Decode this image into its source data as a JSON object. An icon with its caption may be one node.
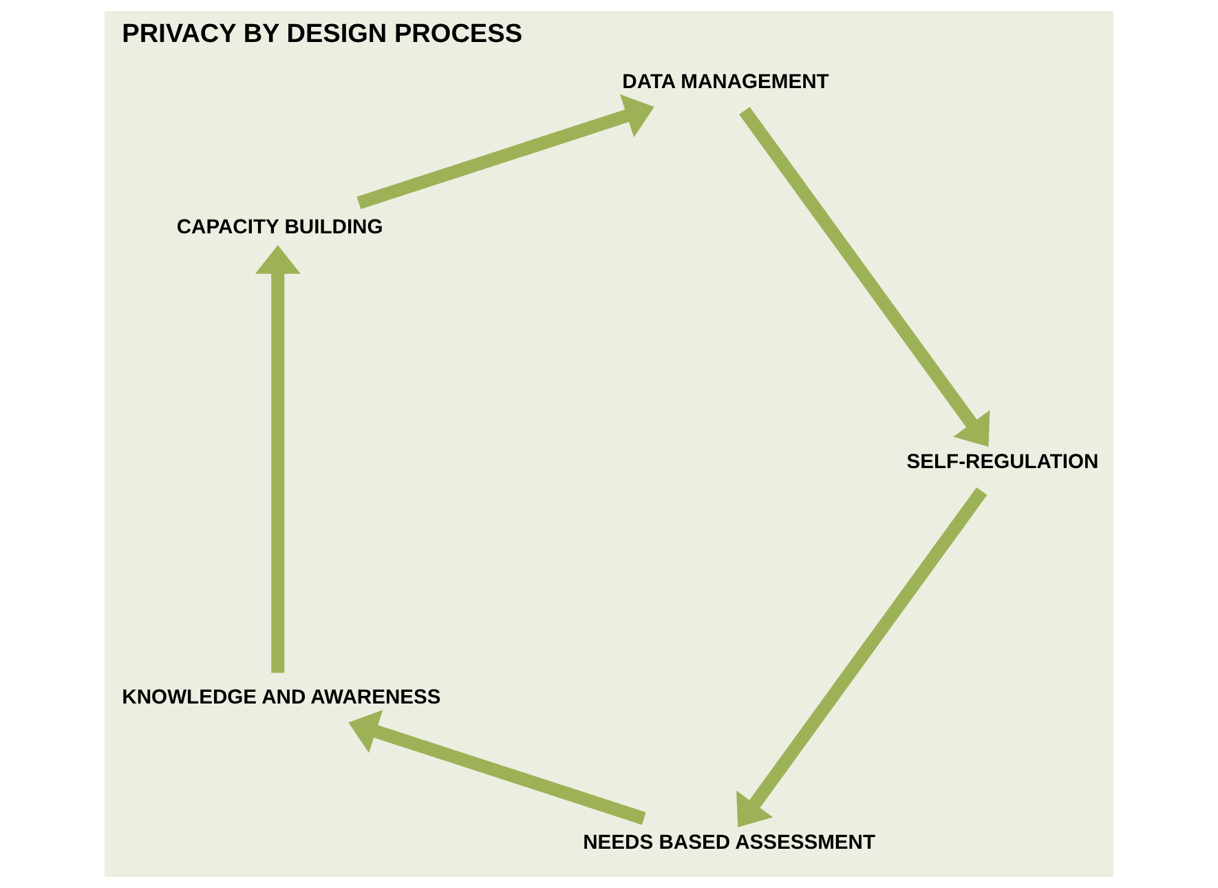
{
  "diagram": {
    "title": "PRIVACY BY DESIGN PROCESS",
    "nodes": [
      {
        "text": [
          "NEEDS BASED ASSESSMENT"
        ]
      },
      {
        "text": [
          "KNOWLEDGE AND AWARENESS"
        ]
      },
      {
        "text": [
          "CAPACITY BUILDING"
        ]
      },
      {
        "text": [
          "DATA MANAGEMENT"
        ]
      },
      {
        "text": [
          "SELF-REGULATION"
        ]
      }
    ],
    "edges": [
      {
        "from": 4,
        "to": 0,
        "arrow": "to"
      },
      {
        "from": 0,
        "to": 1,
        "arrow": "to"
      },
      {
        "from": 1,
        "to": 2,
        "arrow": "to"
      },
      {
        "from": 2,
        "to": 3,
        "arrow": "to"
      },
      {
        "from": 3,
        "to": 4,
        "arrow": "to"
      }
    ]
  }
}
